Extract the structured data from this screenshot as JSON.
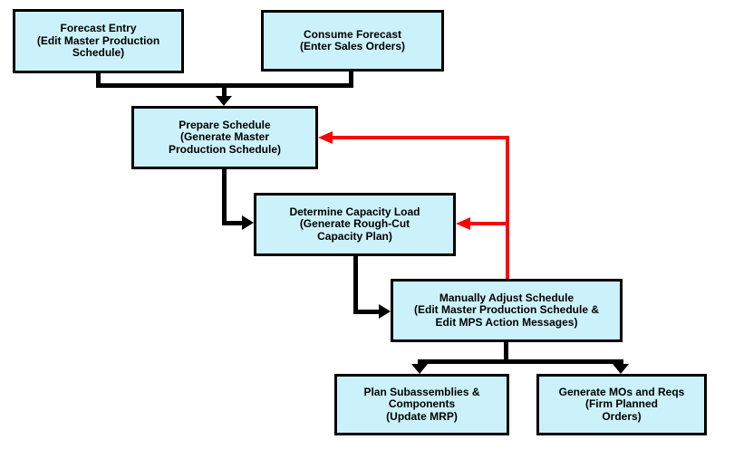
{
  "diagram": {
    "type": "flowchart",
    "background": "#FFFFFF",
    "colors": {
      "node_fill": "#CBF2FA",
      "node_border": "#000000",
      "flow_arrow": "#000000",
      "feedback_arrow": "#FF0000",
      "text": "#000000"
    },
    "nodes": [
      {
        "id": "forecast-entry",
        "text": "Forecast Entry\n(Edit Master Production\nSchedule)"
      },
      {
        "id": "consume-forecast",
        "text": "Consume Forecast\n(Enter Sales Orders)"
      },
      {
        "id": "prepare-schedule",
        "text": "Prepare Schedule\n(Generate Master\nProduction Schedule)"
      },
      {
        "id": "determine-capacity-load",
        "text": "Determine Capacity Load\n(Generate Rough-Cut\nCapacity Plan)"
      },
      {
        "id": "manually-adjust-schedule",
        "text": "Manually Adjust Schedule\n(Edit Master Production Schedule &\nEdit MPS Action Messages)"
      },
      {
        "id": "plan-subassemblies-components",
        "text": "Plan Subassemblies &\nComponents\n(Update MRP)"
      },
      {
        "id": "generate-mos-and-reqs",
        "text": "Generate MOs and Reqs\n(Firm Planned\nOrders)"
      }
    ],
    "edges": [
      {
        "from": "forecast-entry",
        "to": "prepare-schedule",
        "color": "#000000",
        "kind": "flow"
      },
      {
        "from": "consume-forecast",
        "to": "prepare-schedule",
        "color": "#000000",
        "kind": "flow"
      },
      {
        "from": "prepare-schedule",
        "to": "determine-capacity-load",
        "color": "#000000",
        "kind": "flow"
      },
      {
        "from": "determine-capacity-load",
        "to": "manually-adjust-schedule",
        "color": "#000000",
        "kind": "flow"
      },
      {
        "from": "manually-adjust-schedule",
        "to": "plan-subassemblies-components",
        "color": "#000000",
        "kind": "flow"
      },
      {
        "from": "manually-adjust-schedule",
        "to": "generate-mos-and-reqs",
        "color": "#000000",
        "kind": "flow"
      },
      {
        "from": "manually-adjust-schedule",
        "to": "prepare-schedule",
        "color": "#FF0000",
        "kind": "feedback"
      },
      {
        "from": "manually-adjust-schedule",
        "to": "determine-capacity-load",
        "color": "#FF0000",
        "kind": "feedback"
      }
    ]
  }
}
